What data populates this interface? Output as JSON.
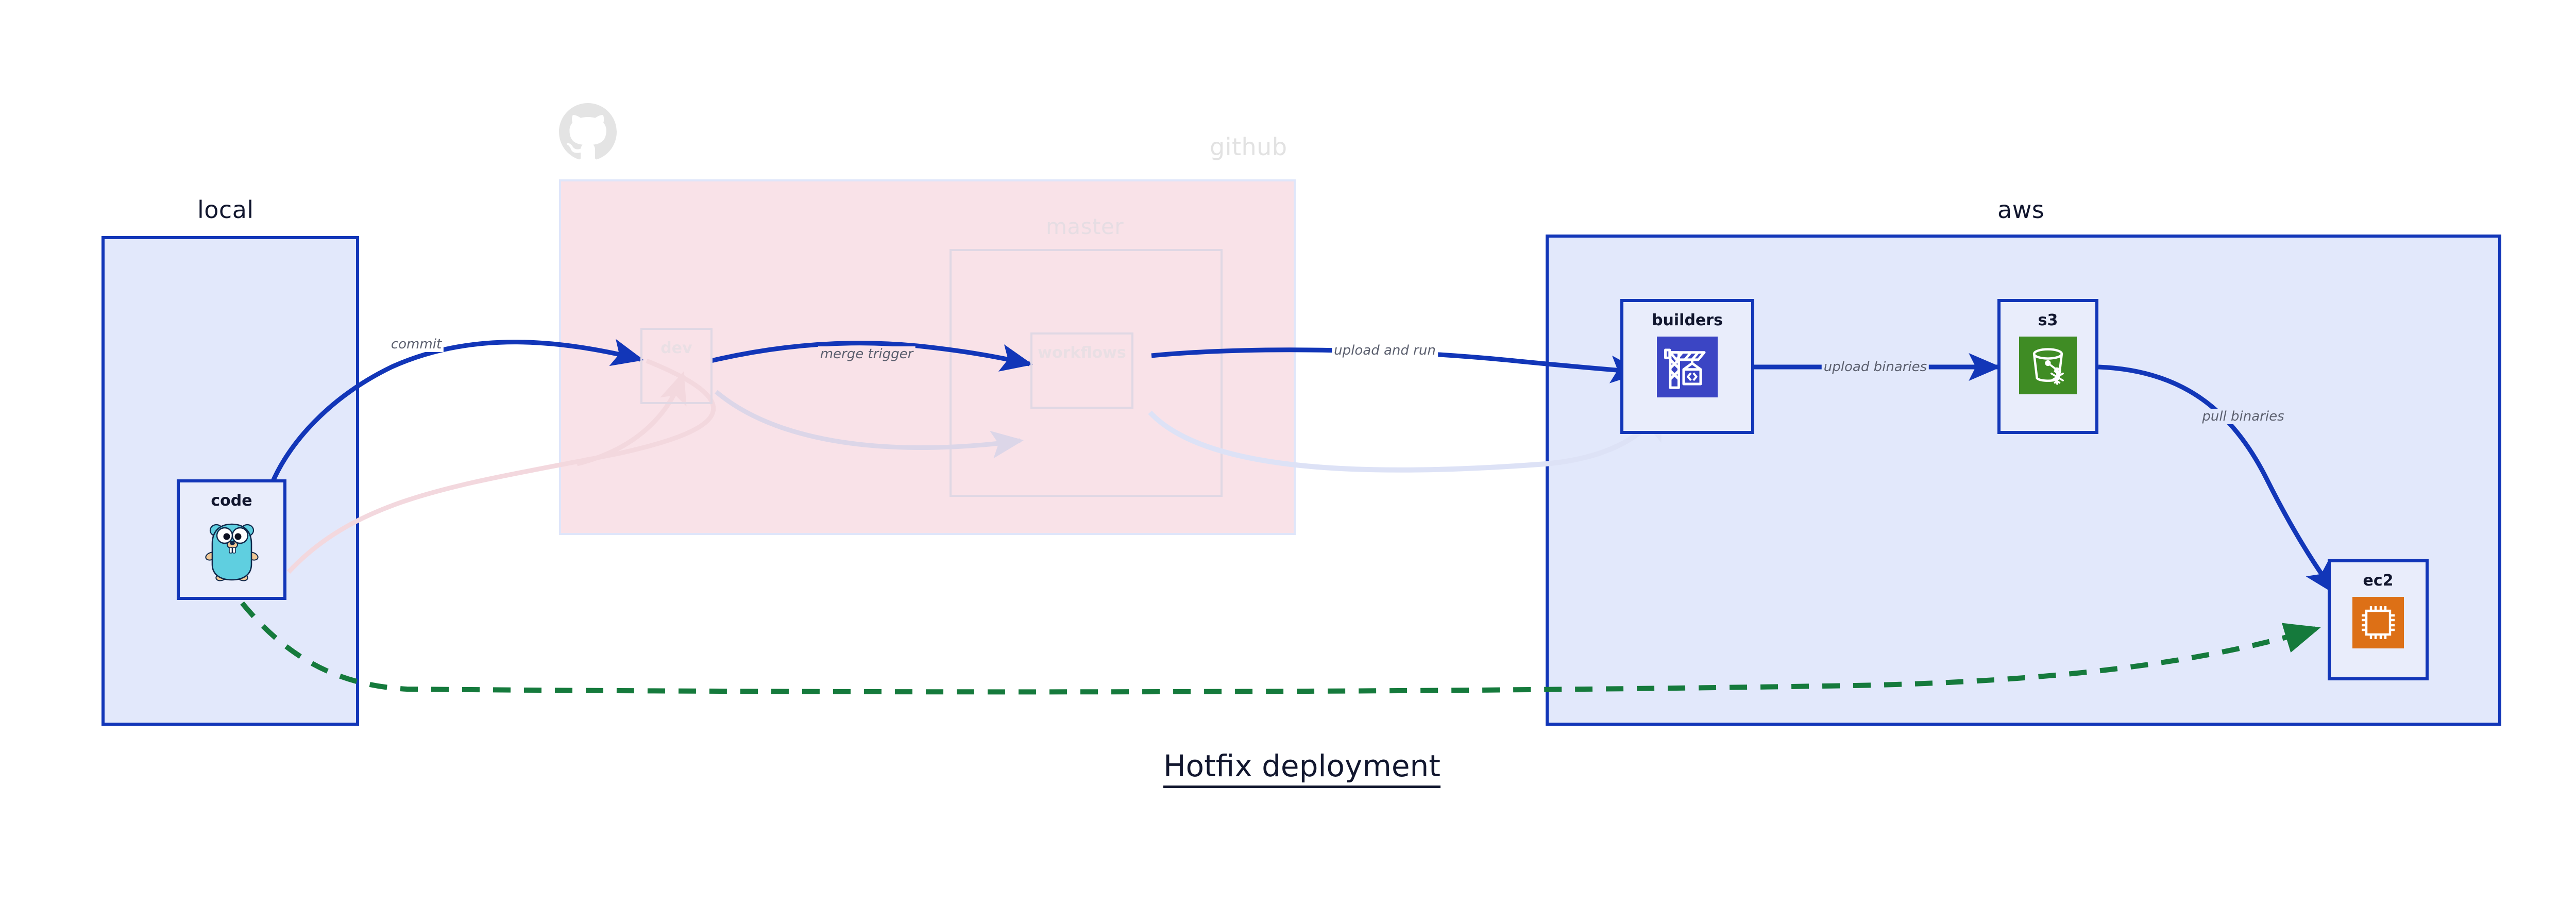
{
  "diagram": {
    "caption": "Hotfix deployment",
    "zones": [
      {
        "id": "local",
        "label": "local",
        "style": "solid"
      },
      {
        "id": "github",
        "label": "github",
        "style": "faded"
      },
      {
        "id": "aws",
        "label": "aws",
        "style": "solid"
      }
    ],
    "nodes": [
      {
        "id": "code",
        "label": "code",
        "icon": "go-gopher-icon",
        "state": "active"
      },
      {
        "id": "dev",
        "label": "dev",
        "icon": "none",
        "state": "faded"
      },
      {
        "id": "master",
        "label": "master",
        "icon": "none",
        "state": "faded"
      },
      {
        "id": "workflows",
        "label": "workflows",
        "icon": "none",
        "state": "faded"
      },
      {
        "id": "builders",
        "label": "builders",
        "icon": "aws-codebuild-icon",
        "state": "active"
      },
      {
        "id": "s3",
        "label": "s3",
        "icon": "aws-s3-glacier-icon",
        "state": "active"
      },
      {
        "id": "ec2",
        "label": "ec2",
        "icon": "aws-ec2-chip-icon",
        "state": "active"
      }
    ],
    "edges": [
      {
        "from": "code",
        "to": "dev",
        "label": "commit",
        "state": "active"
      },
      {
        "from": "dev",
        "to": "workflows",
        "label": "merge trigger",
        "state": "active"
      },
      {
        "from": "workflows",
        "to": "builders",
        "label": "upload and run",
        "state": "active"
      },
      {
        "from": "builders",
        "to": "s3",
        "label": "upload binaries",
        "state": "active"
      },
      {
        "from": "s3",
        "to": "ec2",
        "label": "pull binaries",
        "state": "active"
      },
      {
        "from": "code",
        "to": "dev",
        "label": "",
        "state": "faded"
      },
      {
        "from": "dev",
        "to": "workflows",
        "label": "",
        "state": "faded"
      },
      {
        "from": "workflows",
        "to": "builders",
        "label": "",
        "state": "faded"
      },
      {
        "from": "code",
        "to": "ec2",
        "label": "",
        "state": "hotfix"
      }
    ],
    "colors": {
      "accent_blue": "#1236b8",
      "zone_blue_fill": "#e2e8fb",
      "zone_pink_fill": "#f9e2e8",
      "node_fill": "#e9edfb",
      "hotfix_green": "#157a3c",
      "label_grey": "#5b5f6e",
      "faded_grey": "#e2e2e2",
      "ec2_orange": "#dd7016",
      "s3_green": "#3f8c24",
      "builders_indigo": "#3b45c4",
      "gopher_cyan": "#5fcfe0"
    }
  }
}
